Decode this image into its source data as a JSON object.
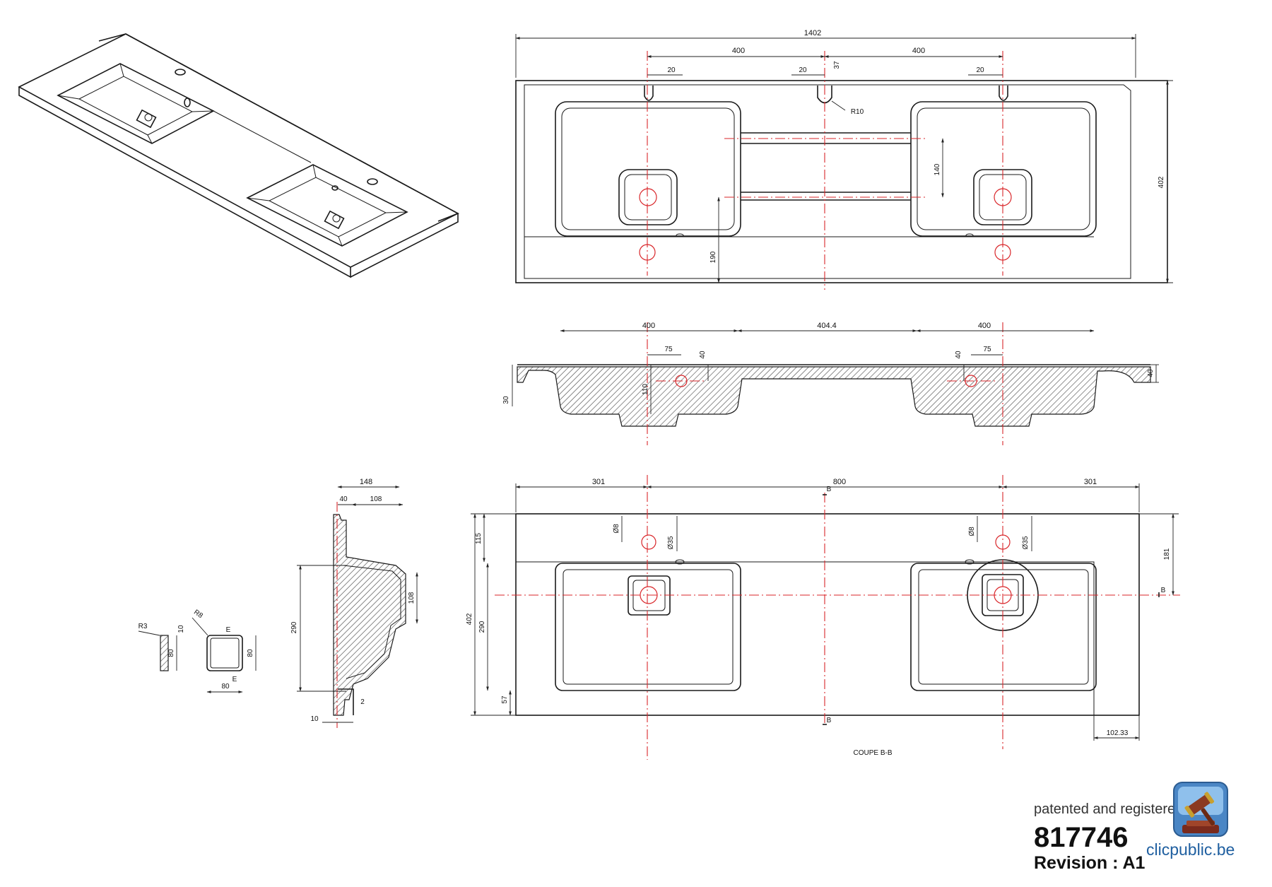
{
  "drawing": {
    "top_view_dims": {
      "overall_width": "1402",
      "left_basin_offset": "400",
      "right_basin_offset": "400",
      "tap_offset_left": "20",
      "tap_offset_center_left": "20",
      "tap_offset_center_right": "37",
      "tap_offset_right": "20",
      "overflow_radius": "R10",
      "channel_height": "140",
      "front_depth": "190",
      "overall_depth": "402"
    },
    "front_section_dims": {
      "basin_width_left": "400",
      "between_basins": "404.4",
      "basin_width_right": "400",
      "tap_left_offset": "75",
      "tap_left_height": "40",
      "tap_right_offset": "75",
      "tap_right_height": "40",
      "basin_depth": "110",
      "edge_thickness": "30",
      "rim_height": "40"
    },
    "side_section_dims": {
      "overall": "148",
      "left_part": "40",
      "right_part": "108",
      "basin_height": "290",
      "waste_height": "108",
      "bottom_left": "10",
      "bottom_right": "2"
    },
    "detail_dims": {
      "radius_small": "R3",
      "radius_large": "R8",
      "wall": "10",
      "square_height_left": "80",
      "square_height_right": "80",
      "square_width": "80",
      "label_top": "E",
      "label_bottom": "E"
    },
    "plan_b_dims": {
      "side_left": "301",
      "centers": "800",
      "side_right": "301",
      "top_band": "115",
      "overall_depth": "402",
      "basin_depth": "290",
      "bottom_margin": "57",
      "hole_left_small": "Ø8",
      "hole_left_large": "Ø35",
      "hole_right_small": "Ø8",
      "hole_right_large": "Ø35",
      "right_height": "181",
      "right_offset": "102.33",
      "section_mark_top": "B",
      "section_mark_bottom": "B",
      "section_mark_right": "B"
    },
    "section_caption": "COUPE B-B"
  },
  "footer": {
    "patent_text": "patented and registered design",
    "design_number": "817746",
    "revision": "Revision : A1"
  },
  "watermark": {
    "site": "clicpublic.be",
    "icon": "gavel-icon"
  }
}
